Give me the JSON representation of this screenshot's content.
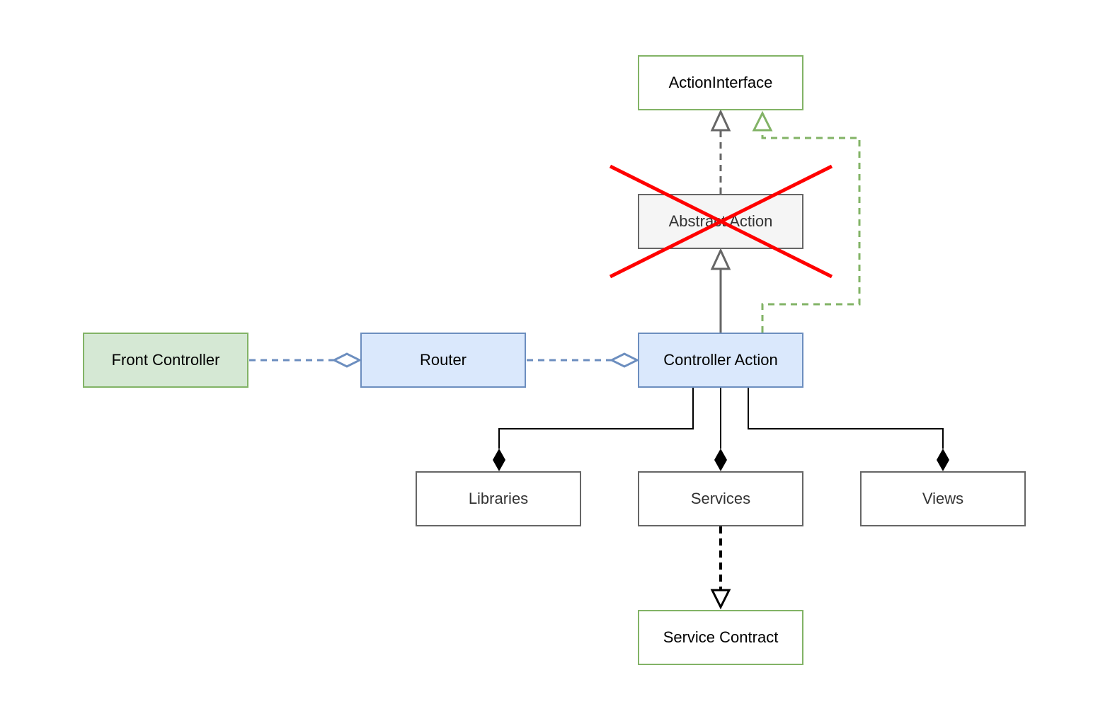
{
  "nodes": {
    "action_interface": "ActionInterface",
    "abstract_action": "Abstract Action",
    "front_controller": "Front Controller",
    "router": "Router",
    "controller_action": "Controller Action",
    "libraries": "Libraries",
    "services": "Services",
    "views": "Views",
    "service_contract": "Service Contract"
  },
  "colors": {
    "green_border": "#82b366",
    "green_fill": "#d5e8d4",
    "blue_border": "#6c8ebf",
    "blue_fill": "#dae8fc",
    "gray_border": "#666666",
    "gray_fill": "#f5f5f5",
    "cross_out": "#ff0000"
  },
  "relations": [
    {
      "from": "abstract_action",
      "to": "action_interface",
      "type": "realization"
    },
    {
      "from": "controller_action",
      "to": "abstract_action",
      "type": "generalization"
    },
    {
      "from": "controller_action",
      "to": "action_interface",
      "type": "realization"
    },
    {
      "from": "front_controller",
      "to": "router",
      "type": "aggregation"
    },
    {
      "from": "router",
      "to": "controller_action",
      "type": "aggregation"
    },
    {
      "from": "controller_action",
      "to": "libraries",
      "type": "composition"
    },
    {
      "from": "controller_action",
      "to": "services",
      "type": "composition"
    },
    {
      "from": "controller_action",
      "to": "views",
      "type": "composition"
    },
    {
      "from": "services",
      "to": "service_contract",
      "type": "realization"
    }
  ],
  "crossed_out": "abstract_action"
}
